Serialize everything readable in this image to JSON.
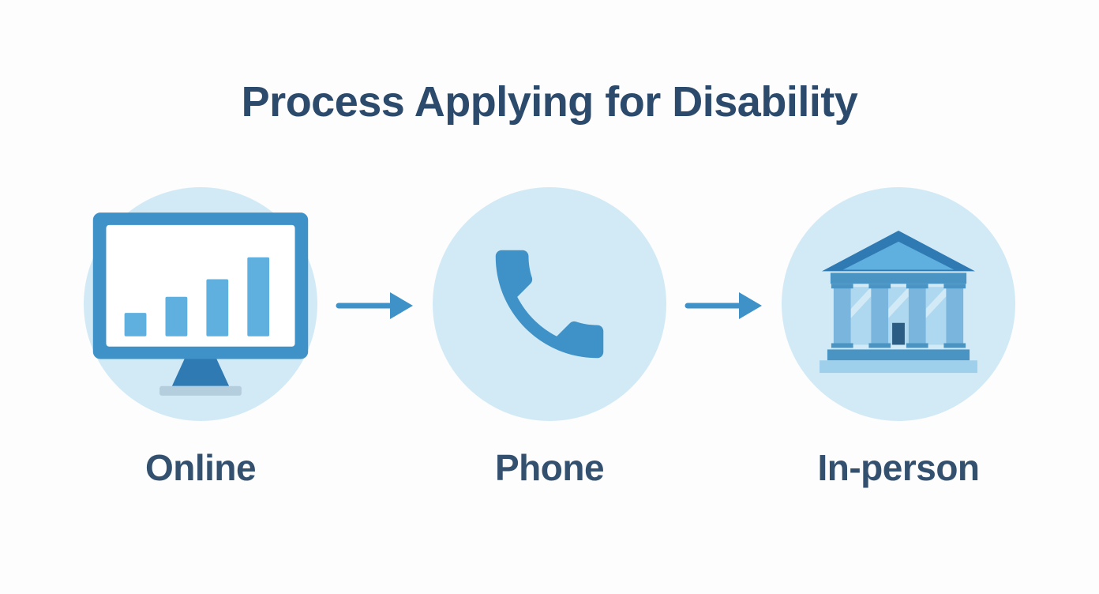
{
  "title": "Process Applying for Disability",
  "steps": [
    {
      "label": "Online",
      "icon": "monitor-bar-chart-icon"
    },
    {
      "label": "Phone",
      "icon": "phone-handset-icon"
    },
    {
      "label": "In-person",
      "icon": "bank-building-icon"
    }
  ],
  "connectors": [
    {
      "icon": "arrow-right-icon"
    },
    {
      "icon": "arrow-right-icon"
    }
  ],
  "colors": {
    "background": "#fdfdfd",
    "title_text": "#2c4a6b",
    "label_text": "#33506f",
    "circle_fill": "#d2eaf6",
    "icon_primary": "#3e92c8",
    "icon_dark": "#2f7ab2",
    "icon_light": "#5fb0df",
    "icon_pale": "#aed8ef",
    "building_mid": "#4a94c4",
    "building_column": "#79b5dc",
    "building_base": "#9ecfeb",
    "building_dark": "#2a5c84",
    "monitor_base": "#b5cedd",
    "arrow": "#3e92c8"
  }
}
